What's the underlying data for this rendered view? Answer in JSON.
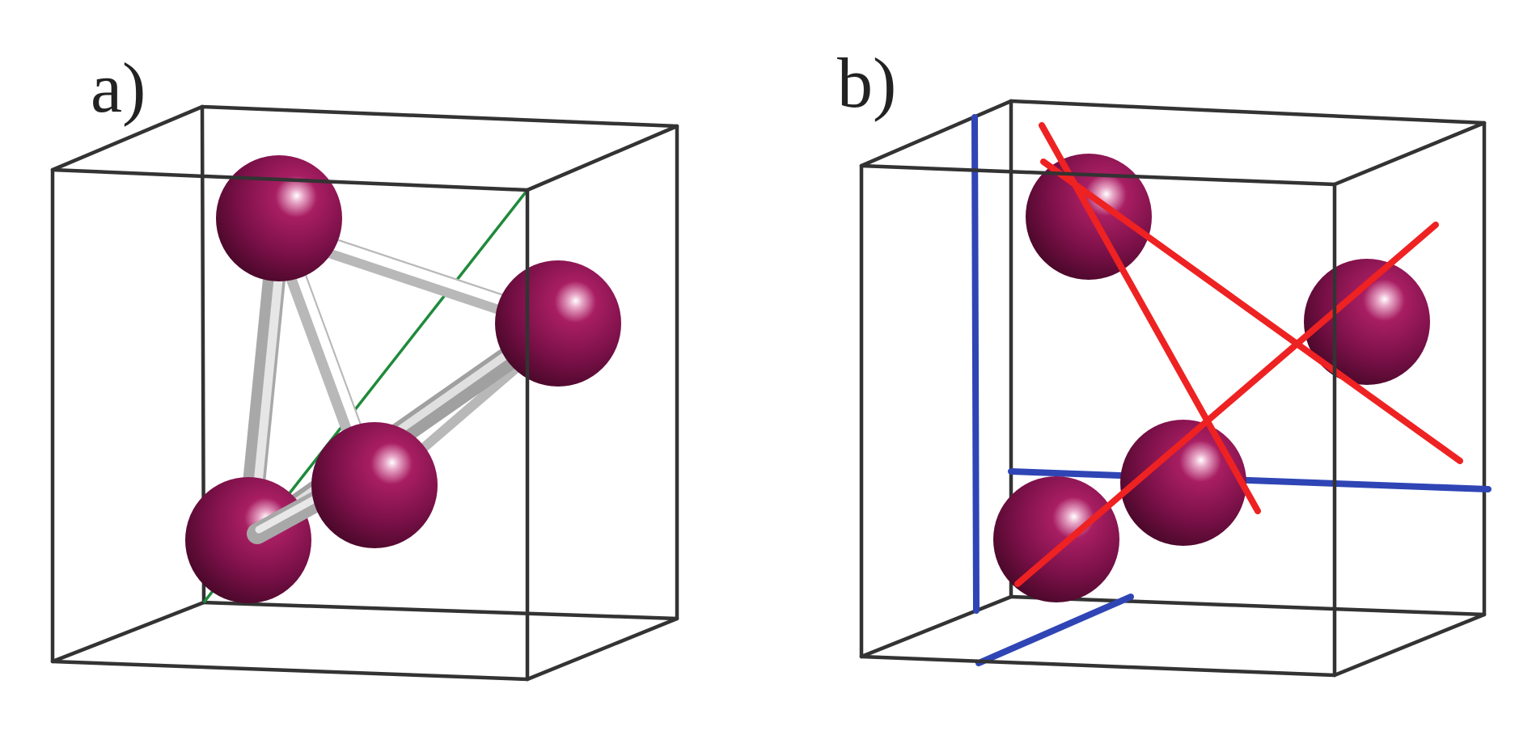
{
  "colors": {
    "cube_edge": "#333333",
    "atom_base": "#7a1048",
    "atom_highlight": "#ffffff",
    "bond_light": "#ffffff",
    "bond_dark": "#9a9a9a",
    "diagonal_line": "#1f8a3a",
    "axis_red": "#ee2222",
    "axis_blue": "#2f45b5"
  },
  "panels": [
    {
      "id": "a",
      "label": "a)",
      "content": [
        "cube-frame",
        "atoms",
        "bonds",
        "body-diagonal"
      ]
    },
    {
      "id": "b",
      "label": "b)",
      "content": [
        "cube-frame",
        "atoms",
        "red-axes",
        "blue-axes"
      ]
    }
  ]
}
